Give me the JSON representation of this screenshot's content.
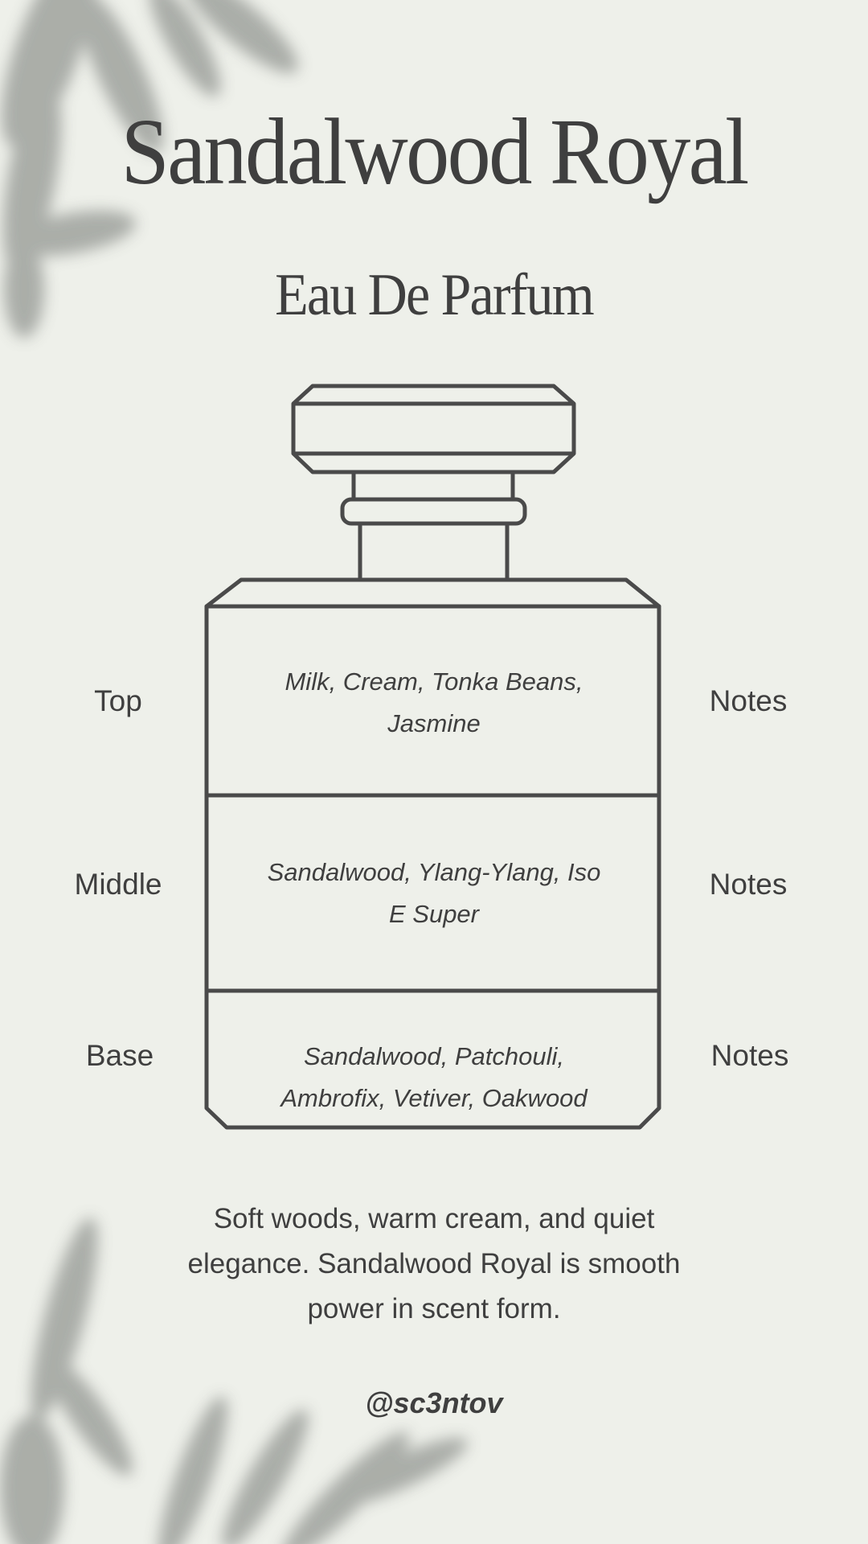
{
  "header": {
    "title": "Sandalwood Royal",
    "subtitle": "Eau De Parfum"
  },
  "notes": [
    {
      "label": "Top",
      "suffix": "Notes",
      "ingredients": "Milk, Cream, Tonka Beans, Jasmine"
    },
    {
      "label": "Middle",
      "suffix": "Notes",
      "ingredients": "Sandalwood, Ylang-Ylang, Iso E Super"
    },
    {
      "label": "Base",
      "suffix": "Notes",
      "ingredients": "Sandalwood, Patchouli, Ambrofix, Vetiver, Oakwood"
    }
  ],
  "description": "Soft woods, warm cream, and quiet elegance. Sandalwood Royal is smooth power in scent form.",
  "handle": "@sc3ntov",
  "colors": {
    "background": "#eef0ea",
    "ink": "#3f3f3f",
    "leaf_shadow": "#9a9d98"
  }
}
